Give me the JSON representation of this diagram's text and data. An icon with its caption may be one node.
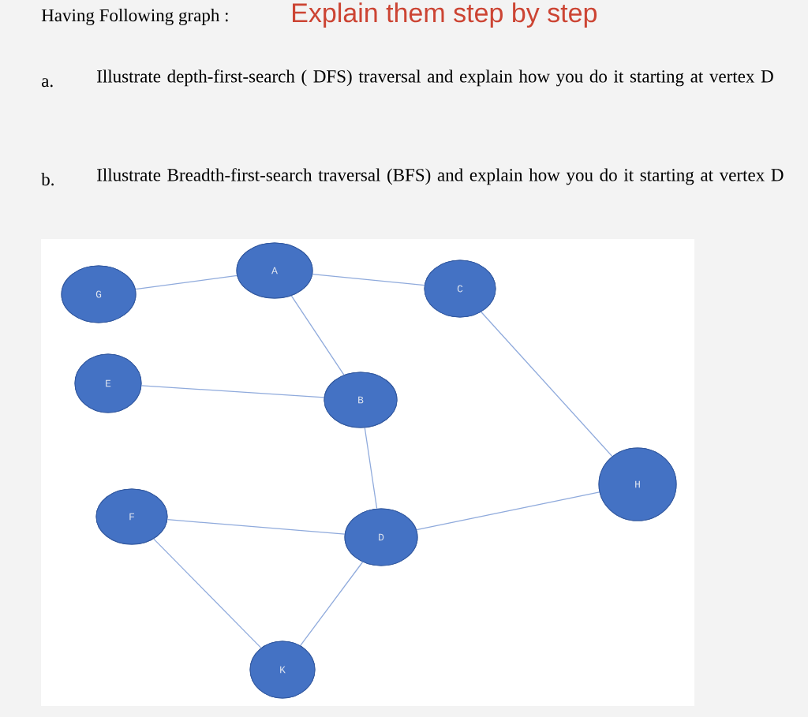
{
  "diagram": {
    "title": "Having Following graph :",
    "nodes": [
      {
        "text": [
          "G"
        ]
      },
      {
        "text": [
          "A"
        ]
      },
      {
        "text": [
          "C"
        ]
      },
      {
        "text": [
          "E"
        ]
      },
      {
        "text": [
          "B"
        ]
      },
      {
        "text": [
          "H"
        ]
      },
      {
        "text": [
          "F"
        ]
      },
      {
        "text": [
          "D"
        ]
      },
      {
        "text": [
          "K"
        ]
      }
    ],
    "edges": [
      {
        "from": 0,
        "to": 1,
        "arrow": "none"
      },
      {
        "from": 1,
        "to": 2,
        "arrow": "none"
      },
      {
        "from": 1,
        "to": 4,
        "arrow": "none"
      },
      {
        "from": 3,
        "to": 4,
        "arrow": "none"
      },
      {
        "from": 2,
        "to": 5,
        "arrow": "none"
      },
      {
        "from": 4,
        "to": 7,
        "arrow": "none"
      },
      {
        "from": 7,
        "to": 5,
        "arrow": "none"
      },
      {
        "from": 6,
        "to": 7,
        "arrow": "none"
      },
      {
        "from": 6,
        "to": 8,
        "arrow": "none"
      },
      {
        "from": 7,
        "to": 8,
        "arrow": "none"
      }
    ],
    "labels": [
      "Explain them step by step",
      "a.",
      "Illustrate depth-first-search ( DFS) traversal and explain how you do it starting at vertex D",
      "b.",
      "Illustrate Breadth-first-search traversal (BFS) and explain how you do it starting at vertex D"
    ]
  }
}
